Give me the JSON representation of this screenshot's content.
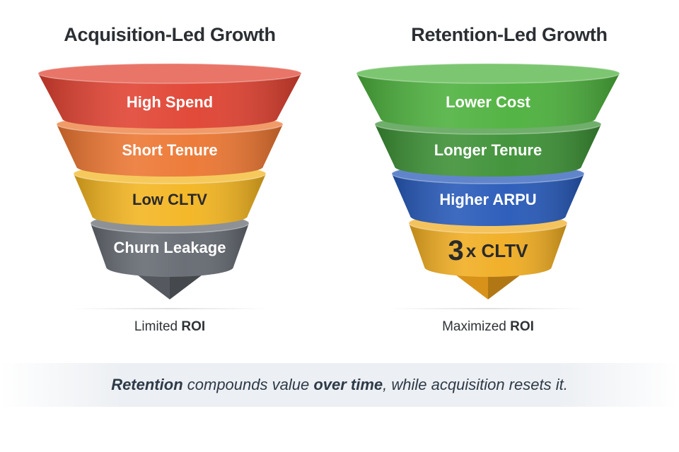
{
  "left_funnel": {
    "title": "Acquisition-Led Growth",
    "bands": [
      {
        "label": "High Spend",
        "color": "#e0402f"
      },
      {
        "label": "Short Tenure",
        "color": "#ec7530"
      },
      {
        "label": "Low CLTV",
        "color": "#f3b41e"
      },
      {
        "label": "Churn Leakage",
        "color": "#636870"
      }
    ],
    "tip_color": "#55595f",
    "roi_prefix": "Limited",
    "roi_bold": "ROI"
  },
  "right_funnel": {
    "title": "Retention-Led Growth",
    "bands": [
      {
        "label": "Lower Cost",
        "color": "#4bb03b"
      },
      {
        "label": "Longer Tenure",
        "color": "#3a8f33"
      },
      {
        "label": "Higher ARPU",
        "color": "#2457b8"
      },
      {
        "label_big": "3",
        "label": "x CLTV",
        "color": "#f0ac1f"
      }
    ],
    "tip_color": "#d8921a",
    "roi_prefix": "Maximized",
    "roi_bold": "ROI"
  },
  "banner": {
    "part1_bold": "Retention",
    "part2": " compounds value ",
    "part3_bold": "over time",
    "part4": ", while acquisition resets it."
  }
}
